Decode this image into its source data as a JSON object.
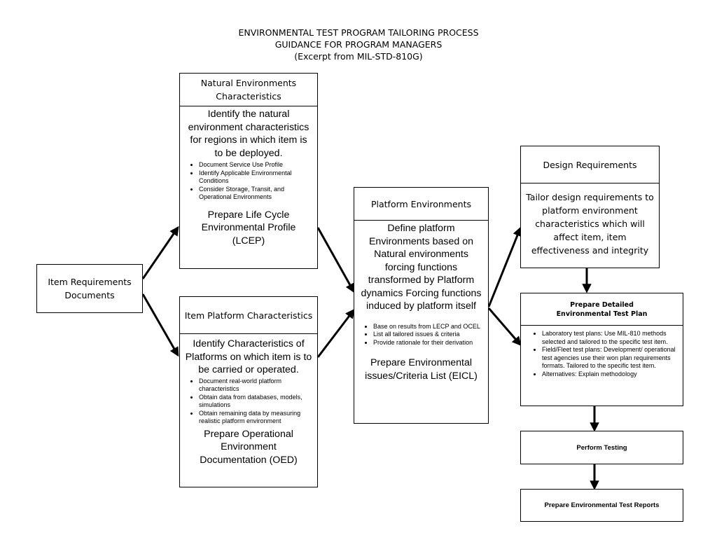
{
  "title": {
    "line1": "ENVIRONMENTAL TEST PROGRAM TAILORING PROCESS",
    "line2": "GUIDANCE FOR PROGRAM MANAGERS",
    "line3": "(Excerpt from MIL-STD-810G)"
  },
  "item_requirements": {
    "line1": "Item Requirements",
    "line2": "Documents"
  },
  "natural": {
    "header_line1": "Natural Environments",
    "header_line2": "Characteristics",
    "body": "Identify the natural environment characteristics for regions in which item is to be deployed.",
    "bullets": [
      "Document Service Use Profile",
      "Identify Applicable Environmental Conditions",
      "Consider Storage, Transit, and Operational Environments"
    ],
    "prepare": "Prepare Life Cycle Environmental Profile (LCEP)"
  },
  "item_platform": {
    "header": "Item Platform Characteristics",
    "body": "Identify Characteristics of Platforms on which item is to be carried or operated.",
    "bullets": [
      "Document real-world platform characteristics",
      "Obtain data from databases, models, simulations",
      "Obtain remaining data by measuring realistic platform environment"
    ],
    "prepare": "Prepare Operational Environment Documentation (OED)"
  },
  "platform_env": {
    "header": "Platform Environments",
    "body": "Define platform Environments based on Natural environments forcing functions transformed by Platform dynamics Forcing functions induced by platform itself",
    "bullets": [
      "Base on results from LECP and OCEL",
      "List all tailored issues & criteria",
      "Provide rationale for their derivation"
    ],
    "prepare": "Prepare Environmental issues/Criteria List (EICL)"
  },
  "design": {
    "header": "Design Requirements",
    "body": "Tailor design requirements to platform environment characteristics  which will affect item, item effectiveness and integrity"
  },
  "test_plan": {
    "header_line1": "Prepare Detailed",
    "header_line2": "Environmental Test Plan",
    "bullets": [
      "Laboratory test plans: Use MIL-810 methods selected and tailored to the specific test item.",
      "Field/Fleet test plans: Development/ operational test agencies use their won plan requirements formats. Tailored to the specific test item.",
      "Alternatives: Explain methodology"
    ]
  },
  "perform": {
    "label": "Perform Testing"
  },
  "reports": {
    "label": "Prepare Environmental Test Reports"
  }
}
